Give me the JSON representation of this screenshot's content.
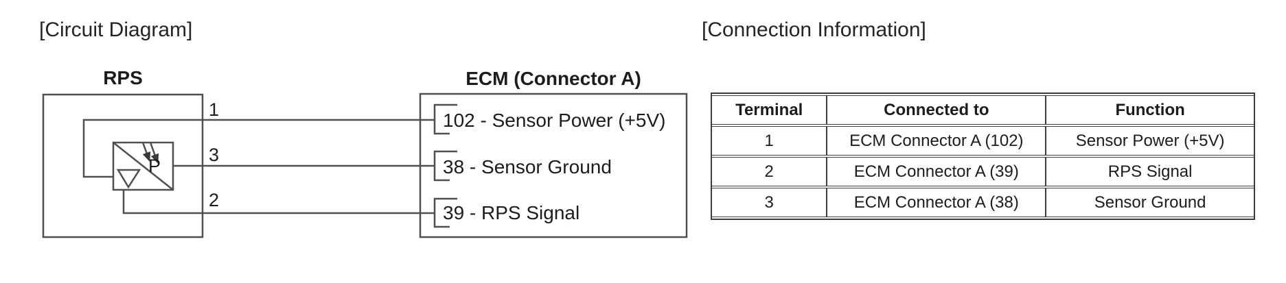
{
  "colors": {
    "background": "#ffffff",
    "line": "#4f4f4f",
    "text": "#1c1c1c",
    "table_border": "#3c3c3c"
  },
  "circuit_diagram": {
    "heading": "[Circuit Diagram]",
    "rps": {
      "title": "RPS",
      "symbol_letter": "P"
    },
    "wire_labels": [
      "1",
      "3",
      "2"
    ],
    "ecm": {
      "title": "ECM (Connector A)",
      "pins": [
        "102 - Sensor Power (+5V)",
        "38 - Sensor Ground",
        "39 - RPS Signal"
      ]
    }
  },
  "connection_information": {
    "heading": "[Connection Information]",
    "table": {
      "headers": [
        "Terminal",
        "Connected to",
        "Function"
      ],
      "rows": [
        {
          "terminal": "1",
          "connected_to": "ECM Connector A (102)",
          "function": "Sensor Power (+5V)"
        },
        {
          "terminal": "2",
          "connected_to": "ECM Connector A (39)",
          "function": "RPS Signal"
        },
        {
          "terminal": "3",
          "connected_to": "ECM Connector A (38)",
          "function": "Sensor Ground"
        }
      ]
    }
  }
}
